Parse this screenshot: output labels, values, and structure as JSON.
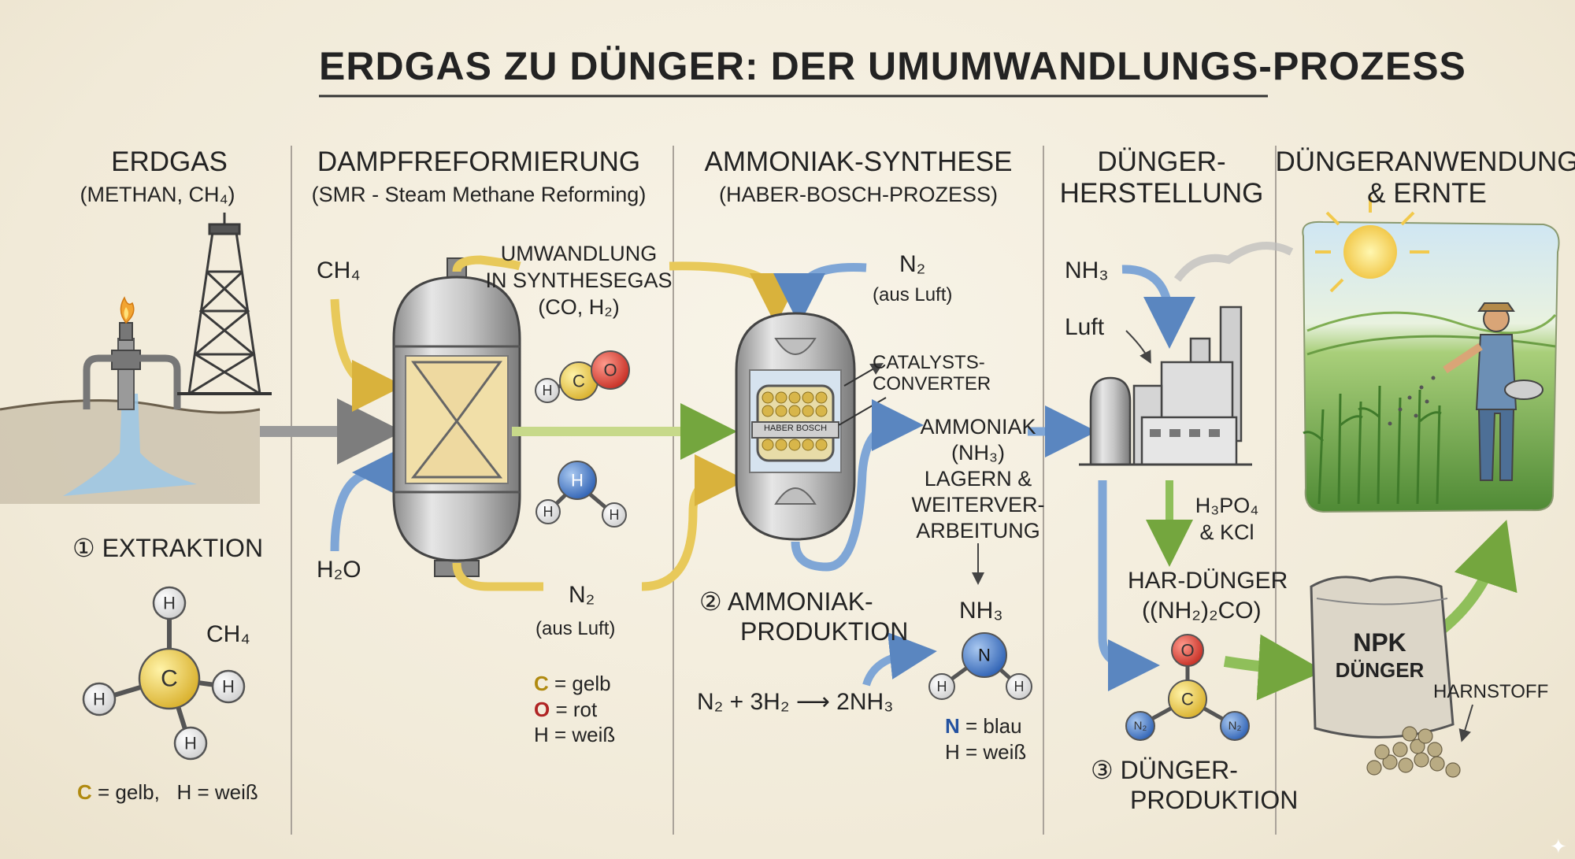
{
  "title": "ERDGAS ZU DÜNGER: DER UMUMWANDLUNGS-PROZESS",
  "columns": [
    {
      "heading": "ERDGAS",
      "sub": "(METHAN, CH₄)"
    },
    {
      "heading": "DAMPFREFORMIERUNG",
      "sub": "(SMR - Steam Methane Reforming)"
    },
    {
      "heading": "AMMONIAK-SYNTHESE",
      "sub": "(HABER-BOSCH-PROZESS)"
    },
    {
      "heading_line1": "DÜNGER-",
      "heading_line2": "HERSTELLUNG"
    },
    {
      "heading_line1": "DÜNGERANWENDUNG",
      "heading_line2": "& ERNTE"
    }
  ],
  "extraction": {
    "step": "① EXTRAKTION",
    "molecule_label": "CH₄",
    "legend": {
      "c": "C",
      "c_text": " = gelb,",
      "h": "H = weiß"
    }
  },
  "reforming": {
    "input_ch4": "CH₄",
    "input_h2o": "H₂O",
    "conversion_line1": "UMWANDLUNG",
    "conversion_line2": "IN SYNTHESEGAS",
    "conversion_line3": "(CO, H₂)",
    "n2_label": "N₂",
    "n2_sub": "(aus Luft)",
    "legend": {
      "c": "C",
      "c_text": " = gelb",
      "o": "O",
      "o_text": " = rot",
      "h": "H = weiß"
    }
  },
  "synthesis": {
    "n2_label": "N₂",
    "n2_sub": "(aus Luft)",
    "catalyst_line1": "CATALYSTS-",
    "catalyst_line2": "CONVERTER",
    "reactor_plate": "HABER BOSCH",
    "ammonia_line1": "AMMONIAK",
    "ammonia_line2": "(NH₃)",
    "ammonia_line3": "LAGERN &",
    "ammonia_line4": "WEITERVER-",
    "ammonia_line5": "ARBEITUNG",
    "step_line1": "② AMMONIAK-",
    "step_line2": "PRODUKTION",
    "equation": "N₂ + 3H₂ ⟶ 2NH₃",
    "nh3_label": "NH₃",
    "legend": {
      "n": "N",
      "n_text": " = blau",
      "h": "H = weiß"
    }
  },
  "fertilizer": {
    "nh3_label": "NH₃",
    "air_label": "Luft",
    "additives_line1": "H₃PO₄",
    "additives_line2": "& KCl",
    "urea_line1": "HAR-DÜNGER",
    "urea_line2": "((NH₂)₂CO)",
    "step_line1": "③ DÜNGER-",
    "step_line2": "PRODUKTION",
    "bag_line1": "NPK",
    "bag_line2": "DÜNGER",
    "harnstoff": "HARNSTOFF"
  },
  "colors": {
    "yellow_arrow": "#e8c95a",
    "blue_arrow": "#7fa6d6",
    "green_arrow": "#8fbf5a",
    "gray_arrow": "#9a9a9a",
    "carbon": "#e6c33a",
    "oxygen": "#d23b30",
    "nitrogen": "#3f74c4",
    "hydrogen": "#f2f2f2"
  }
}
